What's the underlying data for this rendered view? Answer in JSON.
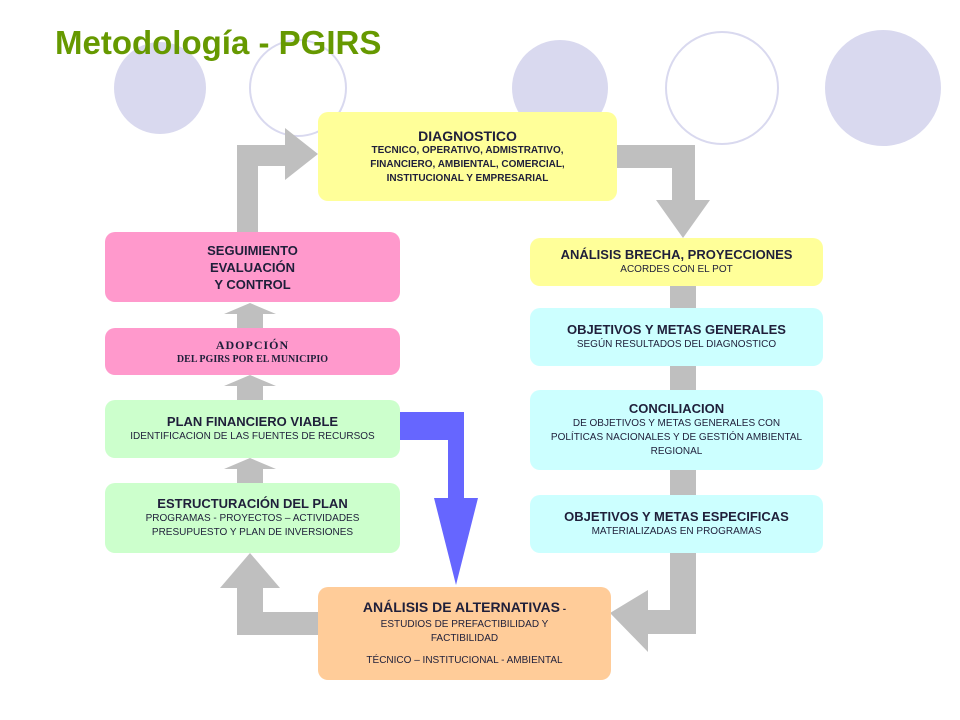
{
  "title": "Metodología - PGIRS",
  "colors": {
    "title": "#669900",
    "arrow_gray": "#bfbfbf",
    "arrow_blue": "#6666ff",
    "circle": "#d9d9ef"
  },
  "boxes": {
    "diagnostico": {
      "title": "DIAGNOSTICO",
      "subtitle": "TECNICO, OPERATIVO, ADMISTRATIVO, FINANCIERO, AMBIENTAL, COMERCIAL, INSTITUCIONAL Y EMPRESARIAL"
    },
    "analisis_brecha": {
      "title": "ANÁLISIS BRECHA, PROYECCIONES",
      "subtitle": "ACORDES CON EL POT"
    },
    "objetivos_generales": {
      "title": "OBJETIVOS Y METAS GENERALES",
      "subtitle": "SEGÚN RESULTADOS DEL DIAGNOSTICO"
    },
    "conciliacion": {
      "title": "CONCILIACION",
      "subtitle": "DE OBJETIVOS Y METAS GENERALES CON POLÍTICAS NACIONALES Y DE GESTIÓN AMBIENTAL REGIONAL"
    },
    "objetivos_especificas": {
      "title": "OBJETIVOS Y METAS ESPECIFICAS",
      "subtitle": "MATERIALIZADAS EN PROGRAMAS"
    },
    "alternativas": {
      "title": "ANÁLISIS DE ALTERNATIVAS",
      "title_suffix": " -",
      "subtitle": "ESTUDIOS DE PREFACTIBILIDAD Y FACTIBILIDAD",
      "subtitle2": "TÉCNICO – INSTITUCIONAL - AMBIENTAL"
    },
    "estructuracion": {
      "title": "ESTRUCTURACIÓN DEL PLAN",
      "subtitle": "PROGRAMAS - PROYECTOS – ACTIVIDADES PRESUPUESTO Y PLAN DE INVERSIONES"
    },
    "plan_financiero": {
      "title": "PLAN FINANCIERO VIABLE",
      "subtitle": "IDENTIFICACION DE LAS FUENTES DE RECURSOS"
    },
    "adopcion": {
      "title": "ADOPCIÓN",
      "subtitle": "DEL PGIRS POR EL MUNICIPIO"
    },
    "seguimiento": {
      "title": "SEGUIMIENTO\nEVALUACIÓN\nY CONTROL"
    }
  }
}
